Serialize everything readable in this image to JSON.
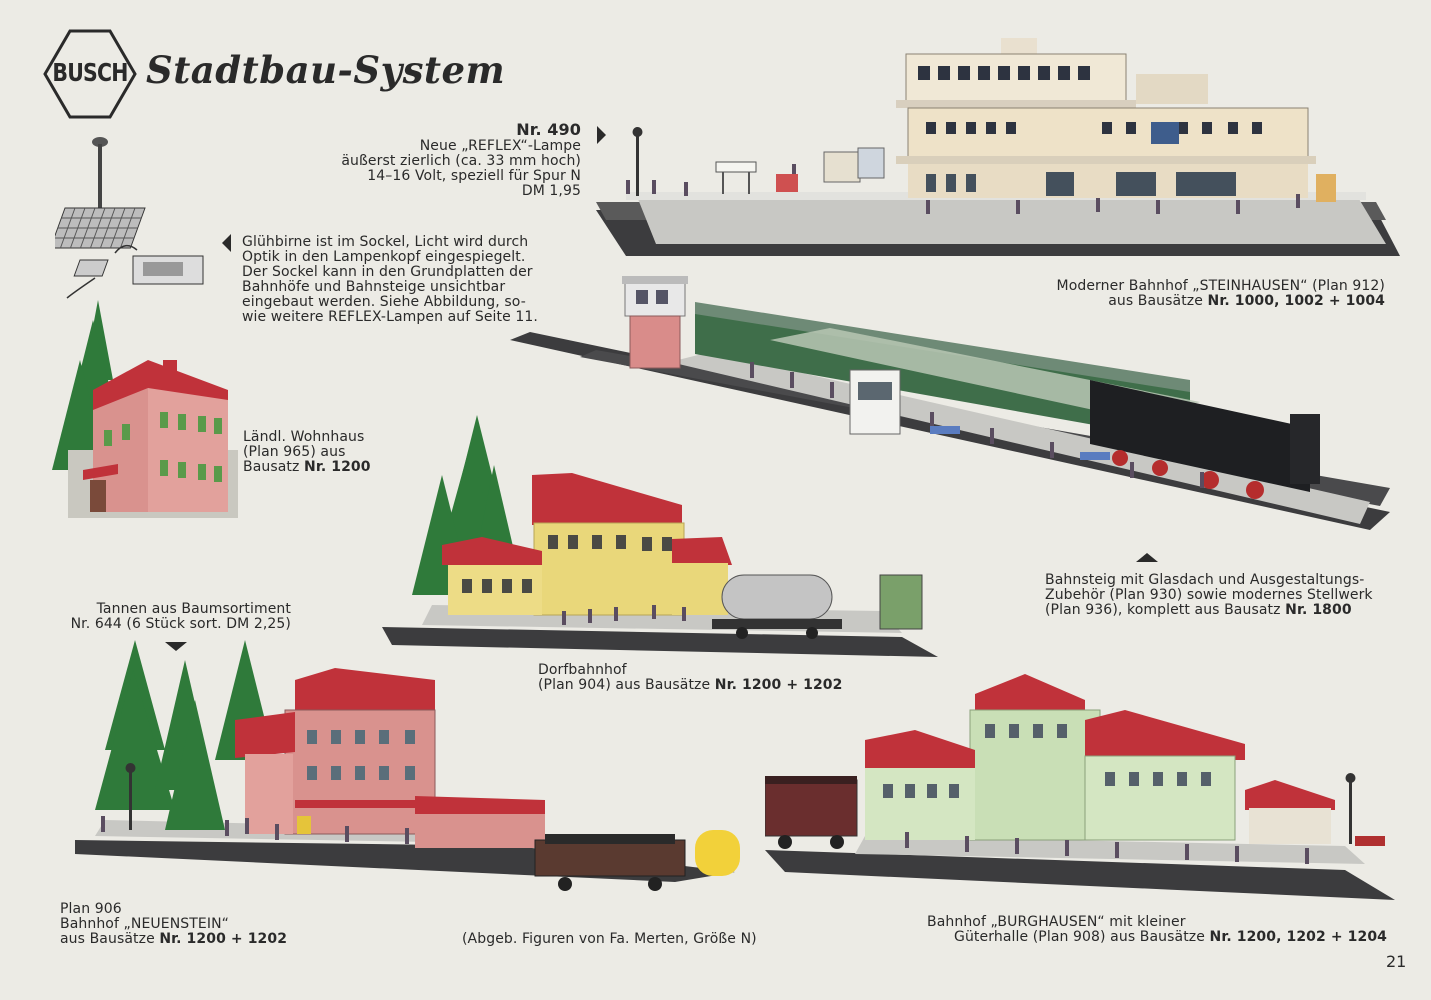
{
  "brand": "BUSCH",
  "title": "Stadtbau-System",
  "lamp": {
    "number": "Nr. 490",
    "lines": [
      "Neue „REFLEX“-Lampe",
      "äußerst zierlich (ca. 33 mm hoch)",
      "14–16 Volt, speziell für Spur N",
      "DM 1,95"
    ]
  },
  "bulb_note": {
    "lines": [
      "Glühbirne ist im Sockel, Licht wird durch",
      "Optik in den Lampenkopf eingespiegelt.",
      "Der Sockel kann in den Grundplatten der",
      "Bahnhöfe und Bahnsteige unsichtbar",
      "eingebaut werden. Siehe Abbildung, so-",
      "wie weitere REFLEX-Lampen auf Seite 11."
    ]
  },
  "steinhausen": {
    "line1": "Moderner Bahnhof „STEINHAUSEN“ (Plan 912)",
    "line2_prefix": "aus Bausätze ",
    "line2_bold": "Nr. 1000, 1002 + 1004"
  },
  "wohnhaus": {
    "lines": [
      "Ländl. Wohnhaus",
      "(Plan 965) aus"
    ],
    "line3_prefix": "Bausatz ",
    "line3_bold": "Nr. 1200"
  },
  "tannen": {
    "lines": [
      "Tannen aus Baumsortiment",
      "Nr. 644 (6 Stück sort. DM 2,25)"
    ]
  },
  "bahnsteig": {
    "lines": [
      "Bahnsteig mit Glasdach und Ausgestaltungs-",
      "Zubehör (Plan 930) sowie modernes Stellwerk"
    ],
    "line3_prefix": "(Plan 936), komplett aus Bausatz ",
    "line3_bold": "Nr. 1800"
  },
  "dorf": {
    "line1": "Dorfbahnhof",
    "line2_prefix": "(Plan 904) aus Bausätze ",
    "line2_bold": "Nr. 1200 + 1202"
  },
  "neuenstein": {
    "lines": [
      "Plan 906",
      "Bahnhof „NEUENSTEIN“"
    ],
    "line3_prefix": "aus Bausätze ",
    "line3_bold": "Nr. 1200 + 1202"
  },
  "figures_note": "(Abgeb. Figuren von Fa. Merten, Größe N)",
  "burghausen": {
    "line1": "Bahnhof „BURGHAUSEN“ mit kleiner",
    "line2_prefix": "Güterhalle (Plan 908) aus Bausätze ",
    "line2_bold": "Nr. 1200, 1202 + 1204"
  },
  "page_number": "21",
  "colors": {
    "background": "#ecebe5",
    "roof_red": "#c0323a",
    "wall_pink": "#d9928e",
    "wall_yellow": "#e9d77a",
    "wall_green": "#c9dfb6",
    "tree_green": "#2f7a3a",
    "platform_grey": "#c8c8c4",
    "track_dark": "#3c3c3e"
  }
}
